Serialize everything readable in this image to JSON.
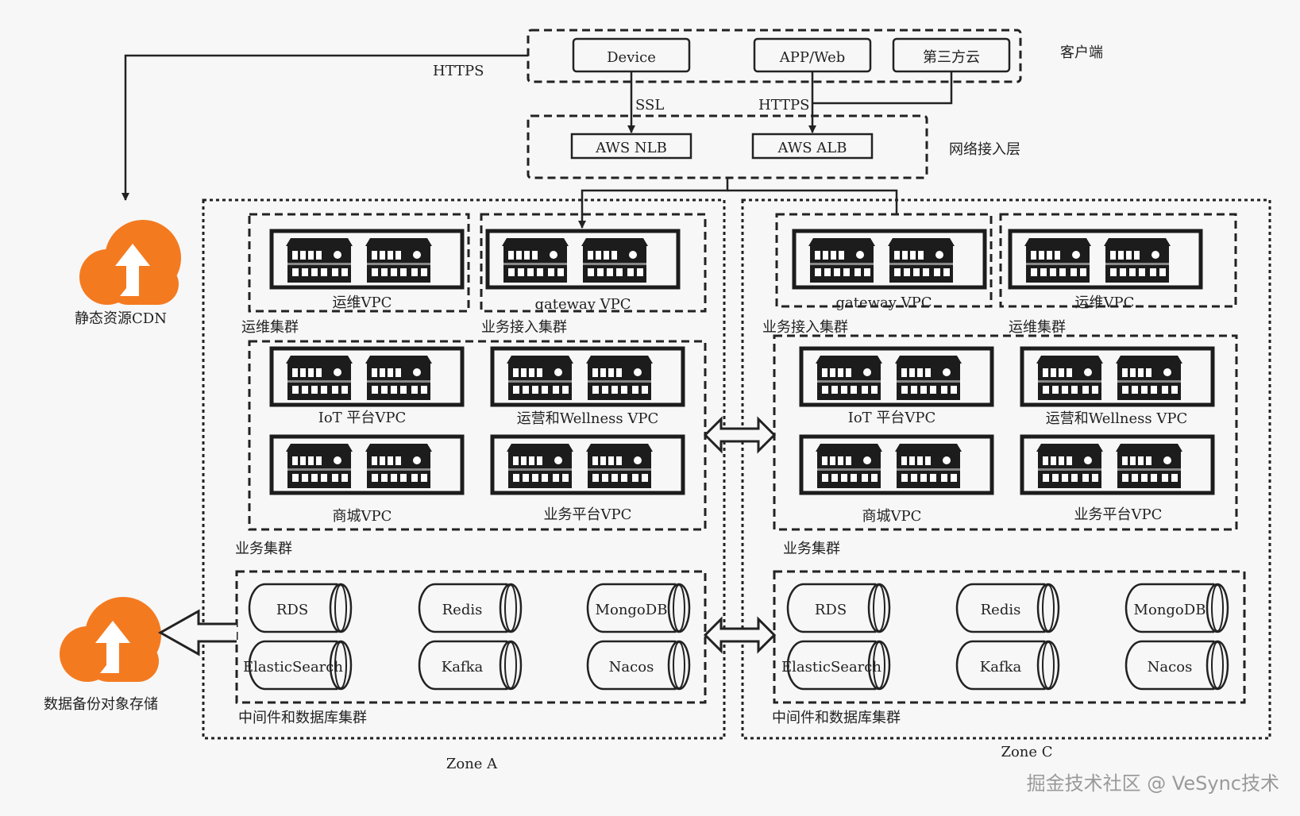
{
  "clients": {
    "device": "Device",
    "appweb": "APP/Web",
    "thirdparty": "第三方云",
    "layer_label": "客户端"
  },
  "network": {
    "nlb": "AWS NLB",
    "alb": "AWS ALB",
    "layer_label": "网络接入层"
  },
  "edges": {
    "https_cdn": "HTTPS",
    "ssl": "SSL",
    "https_alb": "HTTPS"
  },
  "cdn": {
    "label": "静态资源CDN",
    "color": "#f47a20"
  },
  "backup": {
    "label": "数据备份对象存储",
    "color": "#f47a20"
  },
  "zone_a": {
    "name": "Zone A",
    "ops_vpc": "运维VPC",
    "ops_cluster": "运维集群",
    "gateway_vpc": "gateway VPC",
    "access_cluster": "业务接入集群",
    "iot_vpc": "IoT 平台VPC",
    "wellness_vpc": "运营和Wellness VPC",
    "mall_vpc": "商城VPC",
    "platform_vpc": "业务平台VPC",
    "biz_cluster": "业务集群",
    "db": [
      "RDS",
      "Redis",
      "MongoDB",
      "ElasticSearch",
      "Kafka",
      "Nacos"
    ],
    "db_cluster": "中间件和数据库集群"
  },
  "zone_c": {
    "name": "Zone C",
    "gateway_vpc": "gateway VPC",
    "ops_vpc": "运维VPC",
    "access_cluster": "业务接入集群",
    "ops_cluster": "运维集群",
    "iot_vpc": "IoT 平台VPC",
    "wellness_vpc": "运营和Wellness VPC",
    "mall_vpc": "商城VPC",
    "platform_vpc": "业务平台VPC",
    "biz_cluster": "业务集群",
    "db": [
      "RDS",
      "Redis",
      "MongoDB",
      "ElasticSearch",
      "Kafka",
      "Nacos"
    ],
    "db_cluster": "中间件和数据库集群"
  },
  "watermark": "掘金技术社区 @ VeSync技术"
}
